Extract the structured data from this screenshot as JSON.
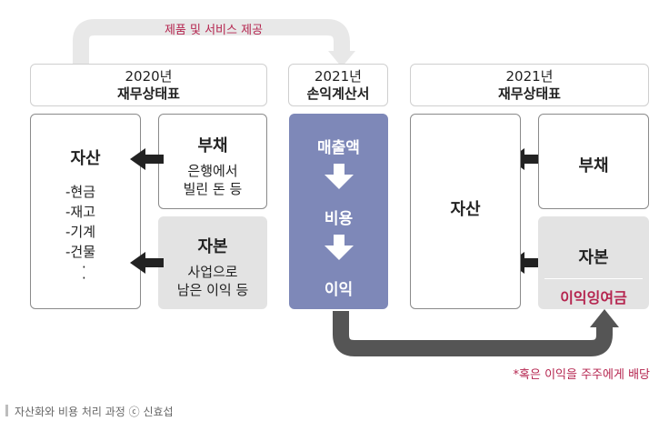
{
  "top_arrow_label": "제품 및 서비스 제공",
  "col2020": {
    "header": [
      "2020년",
      "재무상태표"
    ],
    "asset": {
      "title": "자산",
      "items": [
        "-현금",
        "-재고",
        "-기계",
        "-건물",
        "·",
        "·"
      ]
    },
    "liability": {
      "title": "부채",
      "desc": [
        "은행에서",
        "빌린 돈 등"
      ]
    },
    "equity": {
      "title": "자본",
      "desc": [
        "사업으로",
        "남은 이익 등"
      ]
    }
  },
  "income": {
    "header": [
      "2021년",
      "손익계산서"
    ],
    "steps": [
      "매출액",
      "비용",
      "이익"
    ]
  },
  "col2021": {
    "header": [
      "2021년",
      "재무상태표"
    ],
    "asset": "자산",
    "liability": "부채",
    "equity": "자본",
    "retained": "이익잉여금"
  },
  "footnote": "*혹은 이익을 주주에게 배당",
  "caption": "자산화와 비용 처리 과정 ⓒ 신효섭",
  "colors": {
    "accent_red": "#b5254f",
    "blue_box": "#7e88b8",
    "gray_box": "#e3e3e3",
    "dark_arrow": "#555555",
    "light_arrow": "#e8e8e8"
  }
}
